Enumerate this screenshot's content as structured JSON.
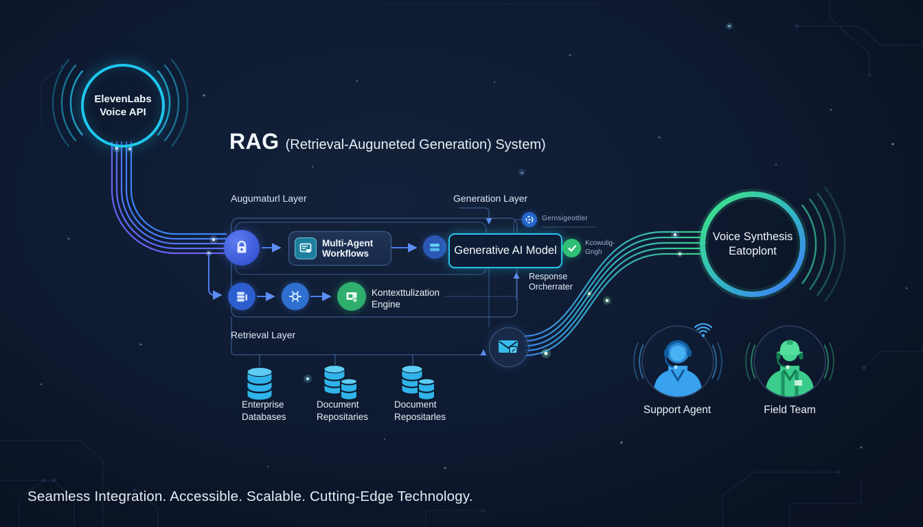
{
  "title": {
    "acronym": "RAG",
    "subtitle": "(Retrieval-Auguneted Generation) System)"
  },
  "source": {
    "line1": "ElevenLabs",
    "line2": "Voice API"
  },
  "layers": {
    "augmented_label": "Augumaturl Layer",
    "generation_label": "Generation Layer",
    "retrieval_label": "Retrieval Layer"
  },
  "nodes": {
    "multi_agent": {
      "line1": "Multi-Agent",
      "line2": "Workflows"
    },
    "generative_ai": {
      "label": "Generative AI Model"
    },
    "contextualization": {
      "line1": "Kontexttulization",
      "line2": "Engine"
    },
    "response_orchestrator": {
      "line1": "Response",
      "line2": "Orcherrater"
    },
    "gateway_badge": {
      "label": "Gernsigeottler"
    },
    "knowledge_badge": {
      "line1": "Kcowulig-",
      "line2": "Gngh"
    }
  },
  "retrieval_sources": [
    {
      "line1": "Enterprise",
      "line2": "Databases"
    },
    {
      "line1": "Document",
      "line2": "Repositaries"
    },
    {
      "line1": "Document",
      "line2": "Repositarles"
    }
  ],
  "output": {
    "line1": "Voice Synthesis",
    "line2": "Eatoplont"
  },
  "consumers": [
    {
      "label": "Support Agent"
    },
    {
      "label": "Field Team"
    }
  ],
  "tagline": "Seamless Integration. Accessible. Scalable. Cutting-Edge Technology.",
  "colors": {
    "accent_cyan": "#1fc7ef",
    "accent_blue": "#4d7cf0",
    "accent_green": "#3ecf8e",
    "db_cyan": "#2fb3ea",
    "box_border_cyan": "#2cc4ee",
    "background_navy": "#0b1425"
  },
  "icons": {
    "lock-icon": "padlock",
    "workflow-icon": "document-window",
    "adapter-icon": "server-stack",
    "database-icon": "stacked-bars",
    "gear-icon": "cog",
    "document-icon": "document-screen",
    "mail-icon": "envelope",
    "recycle-icon": "circular-arrows",
    "check-icon": "checkmark",
    "database-cylinder-icon": "database-cylinder",
    "support-agent-icon": "person-with-headset",
    "field-team-icon": "person-with-hardhat",
    "wifi-icon": "wifi-waves",
    "sound-wave-icon": "concentric-arcs"
  }
}
